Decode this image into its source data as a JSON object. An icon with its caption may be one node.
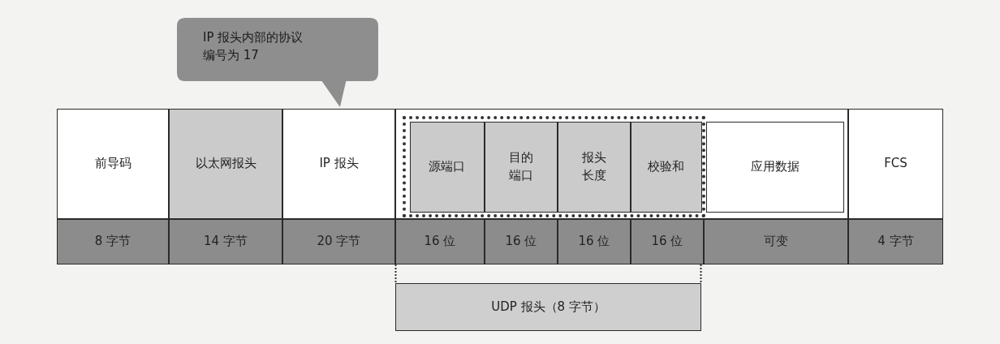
{
  "diagram": {
    "nodes": [
      {
        "text": [
          "IP 报头内部的协议编号为 17"
        ]
      },
      {
        "text": [
          "前导码"
        ]
      },
      {
        "text": [
          "以太网报头"
        ]
      },
      {
        "text": [
          "IP 报头"
        ]
      },
      {
        "text": [],
        "shape": "box"
      },
      {
        "text": [],
        "shape": "box",
        "in": 4
      },
      {
        "text": [
          "源端口"
        ],
        "in": 5
      },
      {
        "text": [
          "目的端口"
        ],
        "in": 5
      },
      {
        "text": [
          "报头长度"
        ],
        "in": 5
      },
      {
        "text": [
          "校验和"
        ],
        "in": 5
      },
      {
        "text": [
          "应用数据"
        ],
        "in": 4
      },
      {
        "text": [
          "FCS"
        ]
      },
      {
        "text": [
          "8 字节"
        ]
      },
      {
        "text": [
          "14 字节"
        ]
      },
      {
        "text": [
          "20 字节"
        ]
      },
      {
        "text": [
          "16 位"
        ]
      },
      {
        "text": [
          "16 位"
        ]
      },
      {
        "text": [
          "16 位"
        ]
      },
      {
        "text": [
          "16 位"
        ]
      },
      {
        "text": [
          "可变"
        ]
      },
      {
        "text": [
          "4 字节"
        ]
      },
      {
        "text": [
          "UDP 报头（8 字节）"
        ]
      }
    ]
  }
}
